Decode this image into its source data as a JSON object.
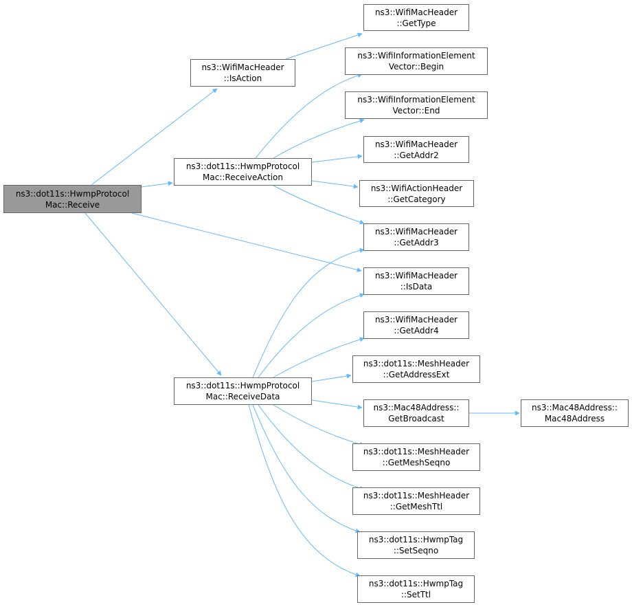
{
  "colors": {
    "edge": "#63b8ff",
    "node_border": "#666666",
    "root_fill": "#999999",
    "node_fill": "#ffffff"
  },
  "nodes": {
    "receive": {
      "line1": "ns3::dot11s::HwmpProtocol",
      "line2": "Mac::Receive"
    },
    "is_action": {
      "line1": "ns3::WifiMacHeader",
      "line2": "::IsAction"
    },
    "receive_action": {
      "line1": "ns3::dot11s::HwmpProtocol",
      "line2": "Mac::ReceiveAction"
    },
    "receive_data": {
      "line1": "ns3::dot11s::HwmpProtocol",
      "line2": "Mac::ReceiveData"
    },
    "get_type": {
      "line1": "ns3::WifiMacHeader",
      "line2": "::GetType"
    },
    "ie_begin": {
      "line1": "ns3::WifiInformationElement",
      "line2": "Vector::Begin"
    },
    "ie_end": {
      "line1": "ns3::WifiInformationElement",
      "line2": "Vector::End"
    },
    "get_addr2": {
      "line1": "ns3::WifiMacHeader",
      "line2": "::GetAddr2"
    },
    "get_category": {
      "line1": "ns3::WifiActionHeader",
      "line2": "::GetCategory"
    },
    "get_addr3": {
      "line1": "ns3::WifiMacHeader",
      "line2": "::GetAddr3"
    },
    "is_data": {
      "line1": "ns3::WifiMacHeader",
      "line2": "::IsData"
    },
    "get_addr4": {
      "line1": "ns3::WifiMacHeader",
      "line2": "::GetAddr4"
    },
    "get_address_ext": {
      "line1": "ns3::dot11s::MeshHeader",
      "line2": "::GetAddressExt"
    },
    "get_broadcast": {
      "line1": "ns3::Mac48Address::",
      "line2": "GetBroadcast"
    },
    "mac48_ctor": {
      "line1": "ns3::Mac48Address::",
      "line2": "Mac48Address"
    },
    "get_mesh_seqno": {
      "line1": "ns3::dot11s::MeshHeader",
      "line2": "::GetMeshSeqno"
    },
    "get_mesh_ttl": {
      "line1": "ns3::dot11s::MeshHeader",
      "line2": "::GetMeshTtl"
    },
    "set_seqno": {
      "line1": "ns3::dot11s::HwmpTag",
      "line2": "::SetSeqno"
    },
    "set_ttl": {
      "line1": "ns3::dot11s::HwmpTag",
      "line2": "::SetTtl"
    }
  },
  "edges": [
    [
      "receive",
      "is_action"
    ],
    [
      "receive",
      "receive_action"
    ],
    [
      "receive",
      "is_data"
    ],
    [
      "receive",
      "receive_data"
    ],
    [
      "is_action",
      "get_type"
    ],
    [
      "receive_action",
      "ie_begin"
    ],
    [
      "receive_action",
      "ie_end"
    ],
    [
      "receive_action",
      "get_addr2"
    ],
    [
      "receive_action",
      "get_category"
    ],
    [
      "receive_action",
      "get_addr3"
    ],
    [
      "receive_data",
      "get_addr3"
    ],
    [
      "receive_data",
      "is_data"
    ],
    [
      "receive_data",
      "get_addr4"
    ],
    [
      "receive_data",
      "get_address_ext"
    ],
    [
      "receive_data",
      "get_broadcast"
    ],
    [
      "receive_data",
      "get_mesh_seqno"
    ],
    [
      "receive_data",
      "get_mesh_ttl"
    ],
    [
      "receive_data",
      "set_seqno"
    ],
    [
      "receive_data",
      "set_ttl"
    ],
    [
      "get_broadcast",
      "mac48_ctor"
    ]
  ]
}
